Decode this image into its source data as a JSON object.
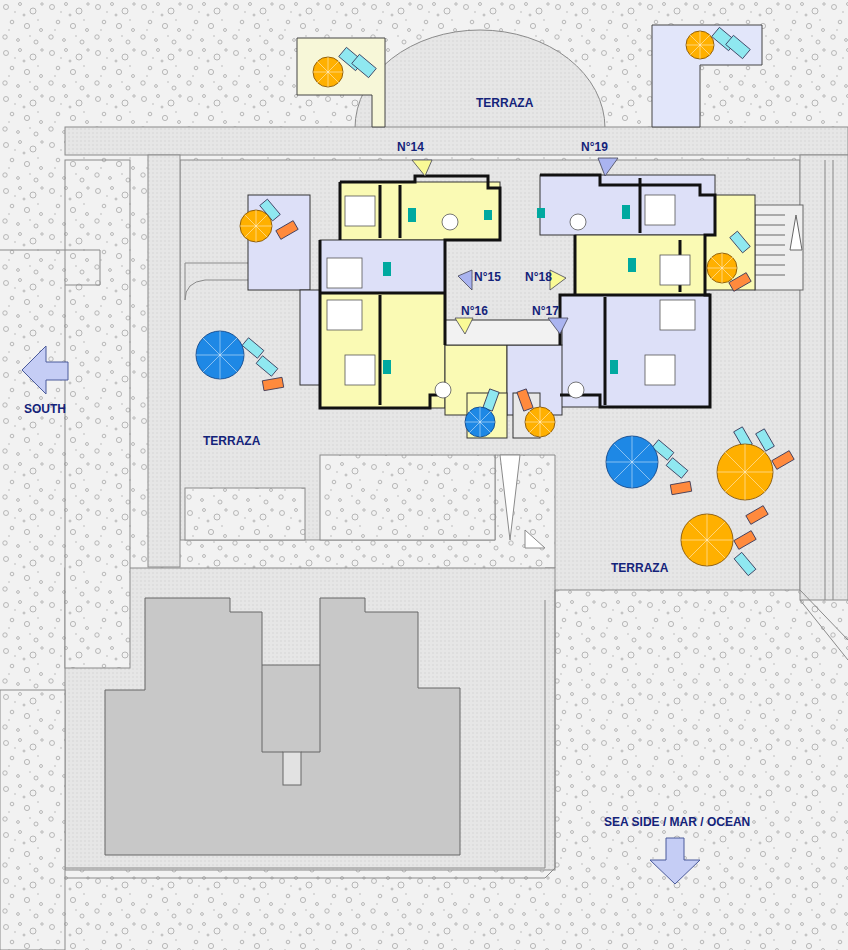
{
  "diagram": {
    "labels": [
      "TERRAZA",
      "N°14",
      "N°19",
      "N°15",
      "N°18",
      "N°16",
      "N°17",
      "SOUTH",
      "TERRAZA",
      "TERRAZA",
      "SEA SIDE / MAR / OCEAN"
    ]
  }
}
